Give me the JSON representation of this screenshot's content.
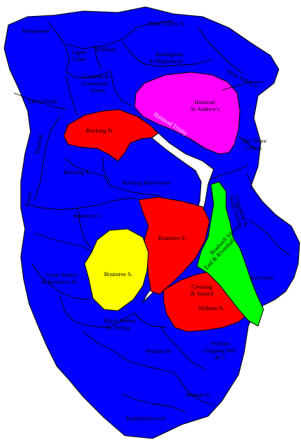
{
  "map": {
    "colors": {
      "blue": "#0000ff",
      "red": "#ff0000",
      "yellow": "#ffff00",
      "magenta": "#ff00ff",
      "green": "#00ff00",
      "white": "#ffffff"
    },
    "labels": {
      "bumpstead": "Bumpstead",
      "stour_valley_n": "Stour Valley N.",
      "upper_colne_1": "Upper",
      "upper_colne_2": "Colne",
      "yeldham": "Yeldham",
      "hedingham_1": "Hedingham",
      "hedingham_2": "& Maplestead",
      "stour_valley_s": "Stour Valley S.",
      "gosfield_1": "Gosfield &",
      "gosfield_2": "Greenstead",
      "gosfield_3": "Green",
      "halstead_sa_1": "Halstead",
      "halstead_sa_2": "St Andrew's",
      "three_fields": "Three Fields",
      "halstead_trinity": "Halstead Trinity",
      "bocking_n": "Bocking N.",
      "the_three_colnes_1": "The Three",
      "the_three_colnes_2": "Colnes",
      "panfield": "Panfield",
      "bocking_s": "Bocking S.",
      "bocking_blackwater": "Bocking Blackwater",
      "coggeshall_1": "Coggeshall &",
      "coggeshall_2": "North Feering",
      "rayne": "Rayne",
      "braintree_c": "Braintree C.",
      "braintree_e": "Braintree E.",
      "braintree_s": "Braintree S.",
      "bradwell_1": "Bradwell Silver",
      "bradwell_2": "End & Rivenhall",
      "great_notley_1": "Great Notley",
      "great_notley_2": "& Braintree W.",
      "kelvedon": "Kelvedon",
      "cressing_1": "Cressing",
      "cressing_2": "& Stisted",
      "witham_n": "Witham N.",
      "black_notley_1": "Black Notley",
      "black_notley_2": "& Terling",
      "witham_w": "Witham W.",
      "witham_chipping_1": "Witham",
      "witham_chipping_2": "Chipping Hill",
      "witham_chipping_3": "& C.",
      "witham_s": "Witham S.",
      "hatfield_peverel": "Hatfield Peverel"
    }
  }
}
